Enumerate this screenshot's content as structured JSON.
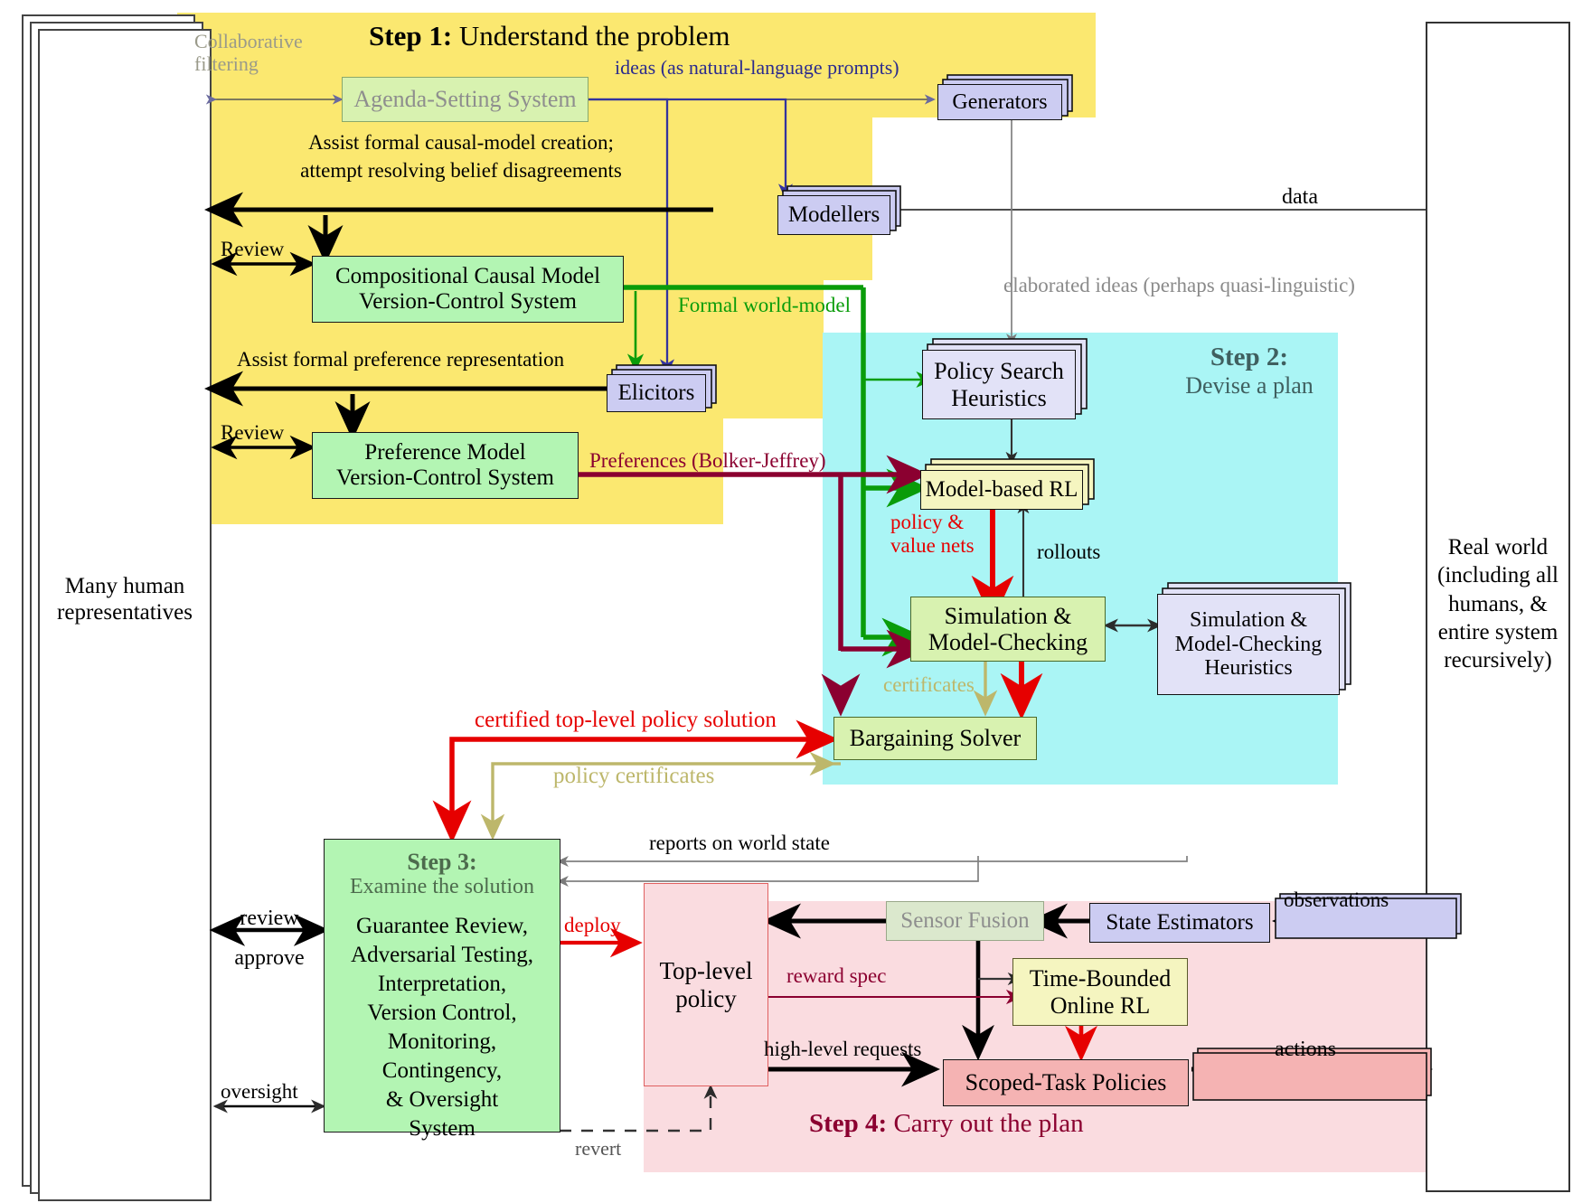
{
  "diagram": {
    "title": "Four-step AI safety pipeline diagram",
    "colors": {
      "step1_bg": "#fbe870",
      "step2_bg": "#aaf5f5",
      "step4_bg": "#fadce0",
      "green_node": "#b3f5b3",
      "lightgreen_node": "#d8f2b0",
      "purple_node": "#ccccf2",
      "cream_node": "#f5f5c0",
      "salmon_node": "#f5b3b3",
      "pink_node": "#fadce0",
      "grey_text": "#999999",
      "dark_red": "#8b0030",
      "bright_red": "#e60000",
      "green_arrow": "#00a000",
      "blue_arrow": "#3333aa",
      "khaki": "#bdb76b",
      "step3_title": "#4d6b4d"
    }
  },
  "outer": {
    "left_box": {
      "line1": "Many human",
      "line2": "representatives"
    },
    "right_box": {
      "line1": "Real world",
      "line2": "(including all",
      "line3": "humans, &",
      "line4": "entire system",
      "line5": "recursively)"
    }
  },
  "steps": {
    "step1": {
      "bold": "Step 1:",
      "rest": " Understand the problem"
    },
    "step2": {
      "bold": "Step 2:",
      "rest": "Devise a plan"
    },
    "step3": {
      "bold": "Step 3:",
      "rest": "Examine the solution"
    },
    "step4": {
      "bold": "Step 4:",
      "rest": " Carry out the plan"
    }
  },
  "nodes": {
    "agenda_setting": "Agenda-Setting System",
    "generators": "Generators",
    "modellers": "Modellers",
    "ccm_vcs_l1": "Compositional Causal Model",
    "ccm_vcs_l2": "Version-Control System",
    "elicitors": "Elicitors",
    "pref_model_l1": "Preference Model",
    "pref_model_l2": "Version-Control System",
    "policy_search_l1": "Policy Search",
    "policy_search_l2": "Heuristics",
    "model_based_rl": "Model-based RL",
    "simulation_l1": "Simulation &",
    "simulation_l2": "Model-Checking",
    "sim_heur_l1": "Simulation &",
    "sim_heur_l2": "Model-Checking",
    "sim_heur_l3": "Heuristics",
    "bargaining_solver": "Bargaining Solver",
    "step3_body_l1": "Guarantee Review,",
    "step3_body_l2": "Adversarial Testing,",
    "step3_body_l3": "Interpretation,",
    "step3_body_l4": "Version Control,",
    "step3_body_l5": "Monitoring,",
    "step3_body_l6": "Contingency,",
    "step3_body_l7": "& Oversight",
    "step3_body_l8": "System",
    "top_level_policy_l1": "Top-level",
    "top_level_policy_l2": "policy",
    "sensor_fusion": "Sensor Fusion",
    "state_estimators": "State Estimators",
    "time_bounded_l1": "Time-Bounded",
    "time_bounded_l2": "Online RL",
    "scoped_task_policies": "Scoped-Task Policies"
  },
  "edge_labels": {
    "collaborative_filtering_l1": "Collaborative",
    "collaborative_filtering_l2": "filtering",
    "ideas_prompts": "ideas (as natural-language prompts)",
    "assist_causal_l1": "Assist formal causal-model creation;",
    "assist_causal_l2": "attempt resolving belief disagreements",
    "review_top": "Review",
    "review_bottom": "Review",
    "assist_pref": "Assist formal preference representation",
    "formal_world_model": "Formal world-model",
    "preferences_bj": "Preferences (Bolker-Jeffrey)",
    "data": "data",
    "elaborated_ideas": "elaborated ideas (perhaps quasi-linguistic)",
    "policy_value_nets_l1": "policy &",
    "policy_value_nets_l2": "value nets",
    "rollouts": "rollouts",
    "certificates": "certificates",
    "certified_solution": "certified top-level policy solution",
    "policy_certificates": "policy certificates",
    "reports_world_state": "reports on world state",
    "review_approve_l1": "review",
    "review_approve_l2": "approve",
    "oversight": "oversight",
    "deploy": "deploy",
    "reward_spec": "reward spec",
    "high_level_requests": "high-level requests",
    "observations": "observations",
    "actions": "actions",
    "revert": "revert"
  }
}
